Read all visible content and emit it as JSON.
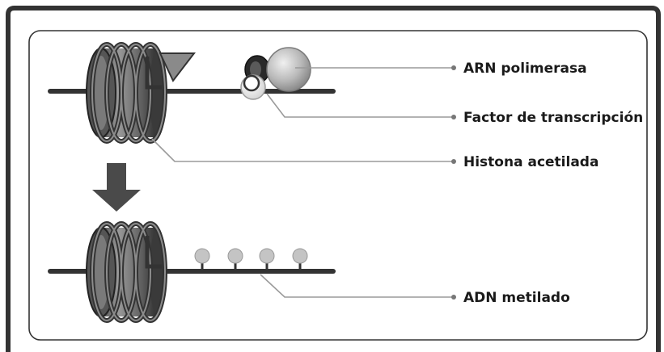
{
  "labels": {
    "rna_polymerase": "ARN polimerasa",
    "transcription_factor": "Factor de transcripción",
    "acetylated_histone": "Histona acetilada",
    "methylated_dna": "ADN metilado"
  },
  "colors": {
    "frame": "#333333",
    "dna": "#333333",
    "leader": "#9a9a9a",
    "arrow": "#4a4a4a",
    "methyl": "#c4c4c4"
  }
}
